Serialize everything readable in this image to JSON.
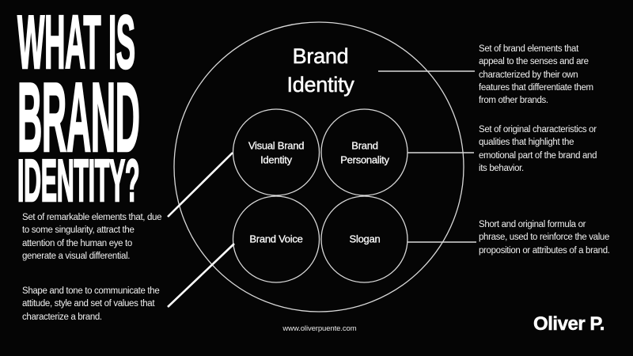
{
  "poster": {
    "background_color": "#050505",
    "text_color": "#f0f0f0",
    "line_color": "#d9d9d9",
    "accent_color": "#ffffff"
  },
  "headline": {
    "lines": [
      "WHAT IS",
      "BRAND",
      "IDENTITY?"
    ]
  },
  "left_notes": [
    {
      "text": "Set of remarkable elements that, due\nto some singularity, attract the\nattention of the human eye to\ngenerate a visual differential."
    },
    {
      "text": "Shape and tone to communicate the\nattitude, style and set of values that\ncharacterize a brand."
    }
  ],
  "diagram": {
    "title": "Brand\nIdentity",
    "circles": [
      {
        "label": "Visual Brand\nIdentity"
      },
      {
        "label": "Brand\nPersonality"
      },
      {
        "label": "Brand Voice"
      },
      {
        "label": "Slogan"
      }
    ]
  },
  "right_notes": [
    {
      "text": "Set of brand elements that\nappeal to the senses and are\ncharacterized by their own\nfeatures that differentiate them\nfrom other brands."
    },
    {
      "text": "Set of original characteristics or\nqualities that highlight the\nemotional part of the brand and\nits behavior."
    },
    {
      "text": "Short and original formula or\nphrase, used to reinforce the value\nproposition or attributes of a brand."
    }
  ],
  "footer": {
    "website": "www.oliverpuente.com",
    "logo": "Oliver P."
  }
}
